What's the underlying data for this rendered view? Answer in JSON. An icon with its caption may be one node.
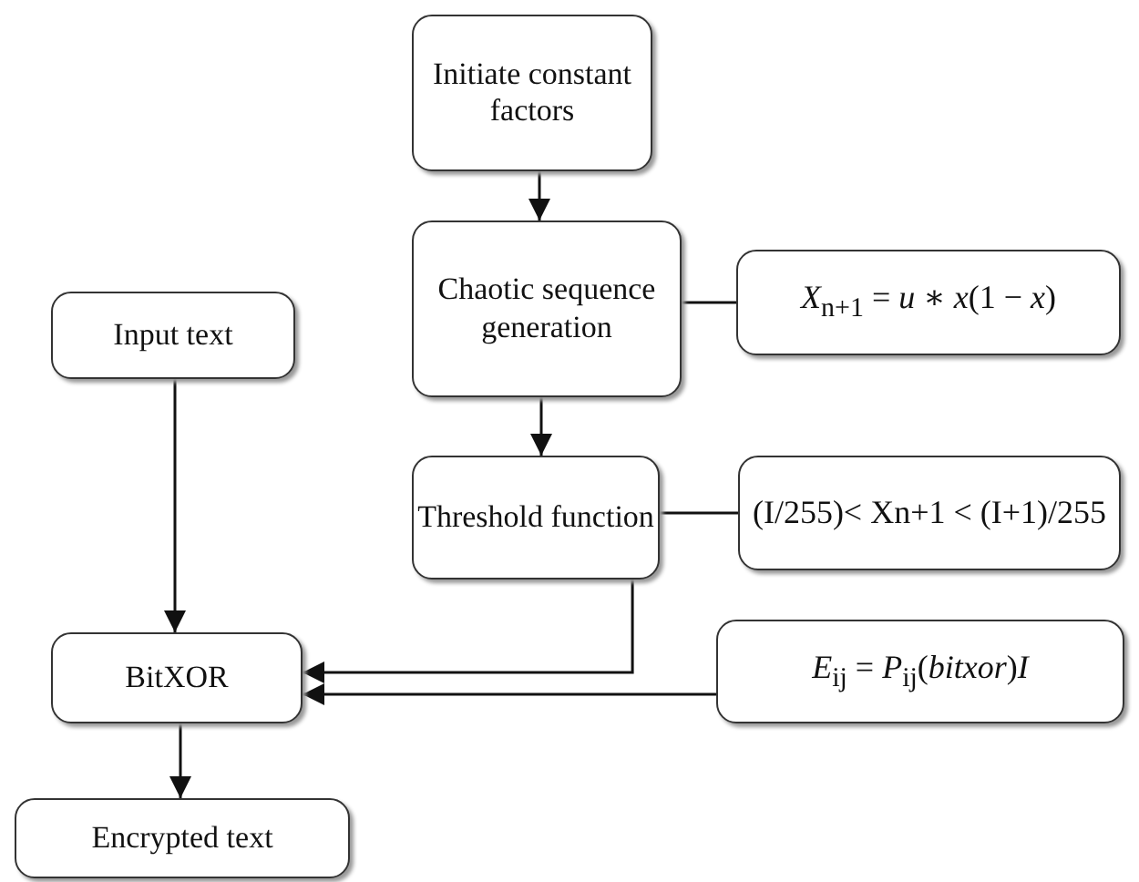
{
  "diagram": {
    "nodes": [
      {
        "text": [
          "Initiate constant factors"
        ]
      },
      {
        "text": [
          "Chaotic sequence generation"
        ]
      },
      {
        "text": [
          "*X*$_{n+1}$ = *u* ∗ *x*(1 − *x*)"
        ]
      },
      {
        "text": [
          "Input text"
        ]
      },
      {
        "text": [
          "Threshold function"
        ]
      },
      {
        "text": [
          "(I/255)< Xn+1 < (I+1)/255"
        ]
      },
      {
        "text": [
          "BitXOR"
        ]
      },
      {
        "text": [
          "*E*$_{ij}$ = *P*$_{ij}$(*bitxor*)*I*"
        ]
      },
      {
        "text": [
          "Encrypted text"
        ]
      }
    ],
    "edges": [
      {
        "from": 0,
        "to": 1,
        "arrow": "to"
      },
      {
        "from": 1,
        "to": 2,
        "arrow": "none"
      },
      {
        "from": 1,
        "to": 4,
        "arrow": "to"
      },
      {
        "from": 4,
        "to": 5,
        "arrow": "none"
      },
      {
        "from": 3,
        "to": 6,
        "arrow": "to"
      },
      {
        "from": 4,
        "to": 6,
        "arrow": "to"
      },
      {
        "from": 7,
        "to": 6,
        "arrow": "to"
      },
      {
        "from": 6,
        "to": 8,
        "arrow": "to"
      }
    ]
  }
}
